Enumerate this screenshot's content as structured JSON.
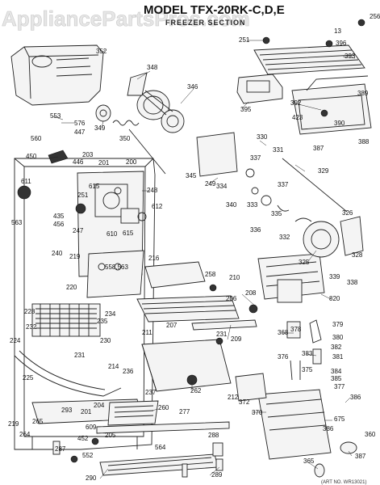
{
  "watermark": "AppliancePartsPros.com",
  "title": "MODEL TFX-20RK-C,D,E",
  "subtitle": "FREEZER SECTION",
  "footer": "(ART NO. WR13021)",
  "callouts": [
    "256",
    "13",
    "396",
    "251",
    "393",
    "352",
    "348",
    "349",
    "346",
    "389",
    "395",
    "392",
    "423",
    "390",
    "387",
    "388",
    "553",
    "576",
    "447",
    "560",
    "350",
    "330",
    "331",
    "450",
    "446",
    "203",
    "201",
    "200",
    "337",
    "329",
    "345",
    "334",
    "251",
    "615",
    "248",
    "249",
    "333",
    "340",
    "335",
    "337",
    "326",
    "611",
    "612",
    "336",
    "332",
    "563",
    "435",
    "456",
    "247",
    "610",
    "615",
    "328",
    "240",
    "219",
    "558,563",
    "216",
    "339",
    "325",
    "338",
    "258",
    "210",
    "820",
    "208",
    "220",
    "206",
    "228",
    "234",
    "235",
    "232",
    "211",
    "207",
    "224",
    "230",
    "209",
    "231",
    "368",
    "378",
    "379",
    "380",
    "382",
    "383",
    "381",
    "384",
    "385",
    "376",
    "375",
    "236",
    "214",
    "237",
    "225",
    "377",
    "372",
    "231",
    "262",
    "370",
    "204",
    "212",
    "386",
    "277",
    "260",
    "219",
    "265",
    "293",
    "609",
    "205",
    "201",
    "264",
    "452",
    "287",
    "288",
    "552",
    "564",
    "675",
    "386",
    "360",
    "387",
    "289",
    "290",
    "365"
  ]
}
